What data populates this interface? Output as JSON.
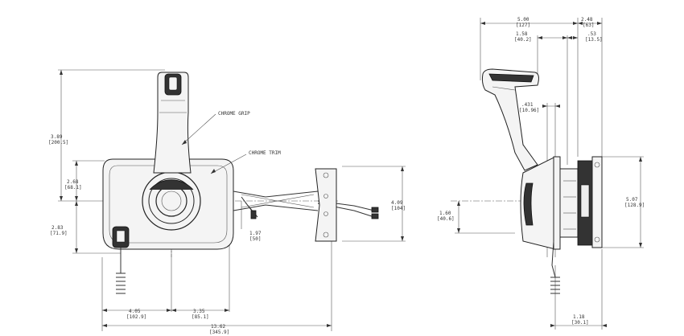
{
  "callouts": {
    "chrome_grip": "CHROME GRIP",
    "chrome_trim": "CHROME TRIM"
  },
  "front_view": {
    "height_overall": {
      "in": "3.89",
      "mm": "[200.5]"
    },
    "upper_to_center": {
      "in": "2.68",
      "mm": "[68.1]"
    },
    "center_to_bottom": {
      "in": "2.83",
      "mm": "[71.9]"
    },
    "mount_offset": {
      "in": "1.97",
      "mm": "[50]"
    },
    "bracket_height": {
      "in": "4.09",
      "mm": "[104]"
    },
    "left_width": {
      "in": "4.05",
      "mm": "[102.9]"
    },
    "right_width": {
      "in": "3.35",
      "mm": "[85.1]"
    },
    "total_width": {
      "in": "13.62",
      "mm": "[345.9]"
    }
  },
  "side_view": {
    "top_left": {
      "in": "5.00",
      "mm": "[127]"
    },
    "top_right": {
      "in": "2.48",
      "mm": "[63]"
    },
    "second_left": {
      "in": "1.58",
      "mm": "[40.2]"
    },
    "second_right": {
      "in": ".53",
      "mm": "[13.5]"
    },
    "lever_offset": {
      "in": ".431",
      "mm": "[10.96]"
    },
    "center_height": {
      "in": "1.60",
      "mm": "[40.6]"
    },
    "flange_height": {
      "in": "5.07",
      "mm": "[128.9]"
    },
    "bottom_depth": {
      "in": "1.18",
      "mm": "[30.1]"
    }
  }
}
